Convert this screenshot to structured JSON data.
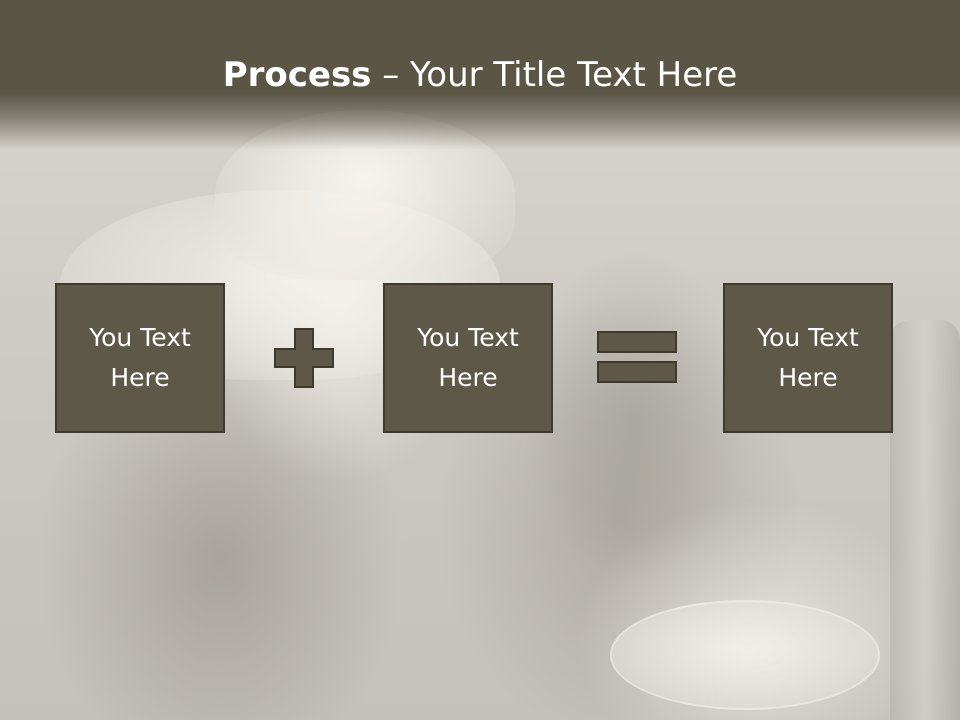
{
  "title": {
    "bold": "Process",
    "rest": " – Your Title Text Here"
  },
  "boxes": [
    {
      "text": "You Text Here"
    },
    {
      "text": "You Text Here"
    },
    {
      "text": "You Text Here"
    }
  ],
  "operators": {
    "first": "plus-icon",
    "second": "equals-icon"
  },
  "colors": {
    "title_bar": "#5b5546",
    "box_fill": "#5e5848",
    "box_border": "#3f3a2f",
    "text": "#ffffff"
  }
}
